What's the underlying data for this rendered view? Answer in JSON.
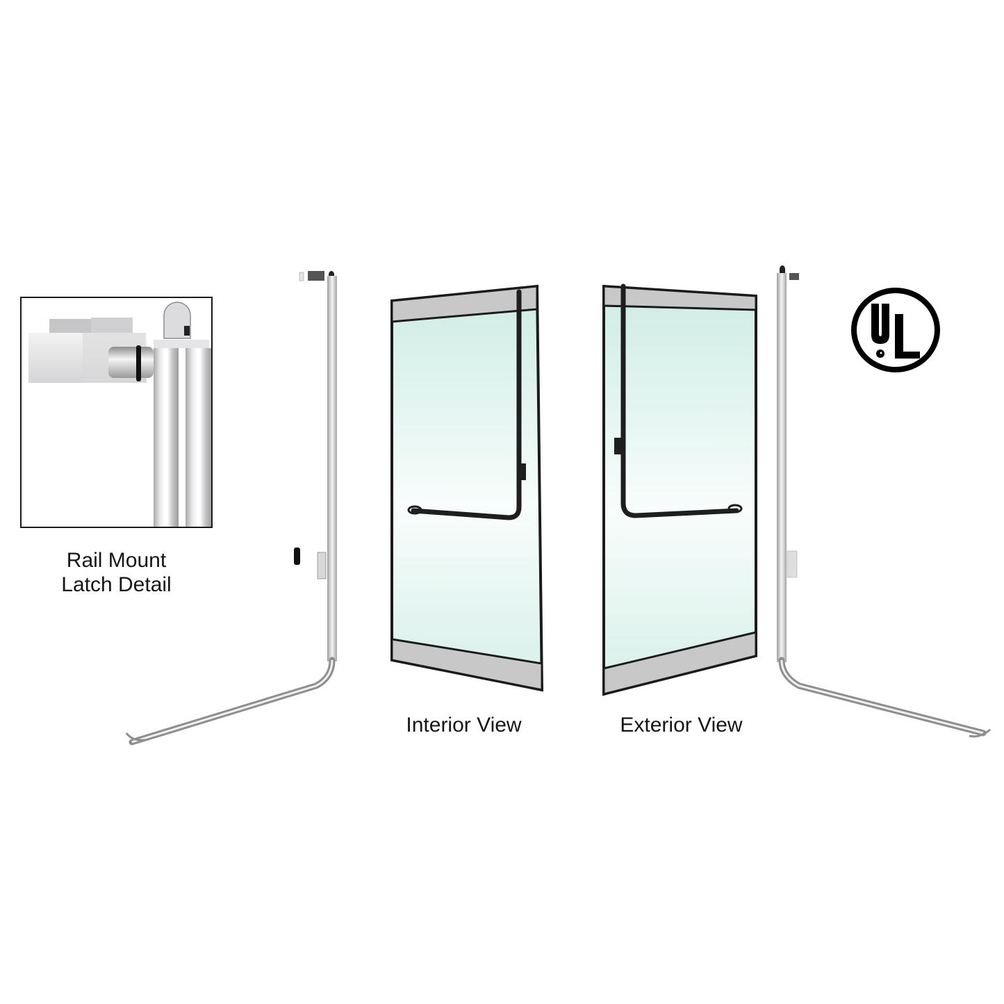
{
  "figure": {
    "detail_inset": {
      "caption_line1": "Rail Mount",
      "caption_line2": "Latch Detail"
    },
    "interior_view": {
      "caption": "Interior View"
    },
    "exterior_view": {
      "caption": "Exterior View"
    },
    "certification_logo": {
      "text": "UL",
      "shape": "circle"
    }
  },
  "colors": {
    "background": "#ffffff",
    "glass_top": "#d6efe9",
    "glass_bottom": "#f4fbf9",
    "rail_bands": "#c8c8c8",
    "frame_outline": "#1b1b1b",
    "push_bar": "#1e1e1e",
    "stainless": "#c9c9cb",
    "logo": "#000000"
  }
}
